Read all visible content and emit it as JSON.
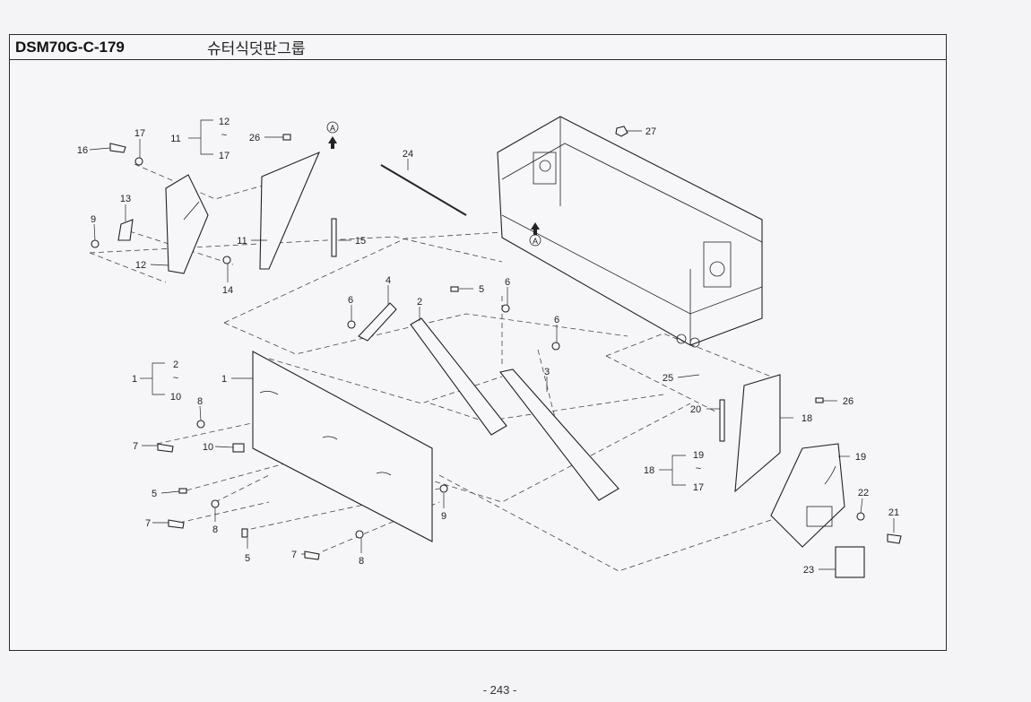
{
  "header": {
    "code": "DSM70G-C-179",
    "name": "슈터식덧판그룹"
  },
  "page_number": "- 243 -",
  "reference_marker": "A",
  "callouts": [
    {
      "id": "c16",
      "label": "16"
    },
    {
      "id": "c17a",
      "label": "17"
    },
    {
      "id": "c11a",
      "label": "11"
    },
    {
      "id": "c12a",
      "label": "12"
    },
    {
      "id": "c17b",
      "label": "17"
    },
    {
      "id": "c26a",
      "label": "26"
    },
    {
      "id": "c13",
      "label": "13"
    },
    {
      "id": "c9a",
      "label": "9"
    },
    {
      "id": "c12b",
      "label": "12"
    },
    {
      "id": "c14",
      "label": "14"
    },
    {
      "id": "c11b",
      "label": "11"
    },
    {
      "id": "c15",
      "label": "15"
    },
    {
      "id": "c24",
      "label": "24"
    },
    {
      "id": "c27",
      "label": "27"
    },
    {
      "id": "c6a",
      "label": "6"
    },
    {
      "id": "c4",
      "label": "4"
    },
    {
      "id": "c2a",
      "label": "2"
    },
    {
      "id": "c5a",
      "label": "5"
    },
    {
      "id": "c6b",
      "label": "6"
    },
    {
      "id": "c6c",
      "label": "6"
    },
    {
      "id": "c3",
      "label": "3"
    },
    {
      "id": "c1a",
      "label": "1"
    },
    {
      "id": "c2b",
      "label": "2"
    },
    {
      "id": "c10a",
      "label": "10"
    },
    {
      "id": "c1b",
      "label": "1"
    },
    {
      "id": "c8a",
      "label": "8"
    },
    {
      "id": "c7a",
      "label": "7"
    },
    {
      "id": "c10b",
      "label": "10"
    },
    {
      "id": "c5b",
      "label": "5"
    },
    {
      "id": "c7b",
      "label": "7"
    },
    {
      "id": "c8b",
      "label": "8"
    },
    {
      "id": "c5c",
      "label": "5"
    },
    {
      "id": "c7c",
      "label": "7"
    },
    {
      "id": "c8c",
      "label": "8"
    },
    {
      "id": "c9b",
      "label": "9"
    },
    {
      "id": "c25",
      "label": "25"
    },
    {
      "id": "c26b",
      "label": "26"
    },
    {
      "id": "c20",
      "label": "20"
    },
    {
      "id": "c18a",
      "label": "18"
    },
    {
      "id": "c19a",
      "label": "19"
    },
    {
      "id": "c18b",
      "label": "18"
    },
    {
      "id": "c17c",
      "label": "17"
    },
    {
      "id": "c19b",
      "label": "19"
    },
    {
      "id": "c22",
      "label": "22"
    },
    {
      "id": "c21",
      "label": "21"
    },
    {
      "id": "c23",
      "label": "23"
    }
  ],
  "range_marks": [
    {
      "id": "r1",
      "label": "~"
    },
    {
      "id": "r2",
      "label": "~"
    },
    {
      "id": "r3",
      "label": "~"
    }
  ]
}
